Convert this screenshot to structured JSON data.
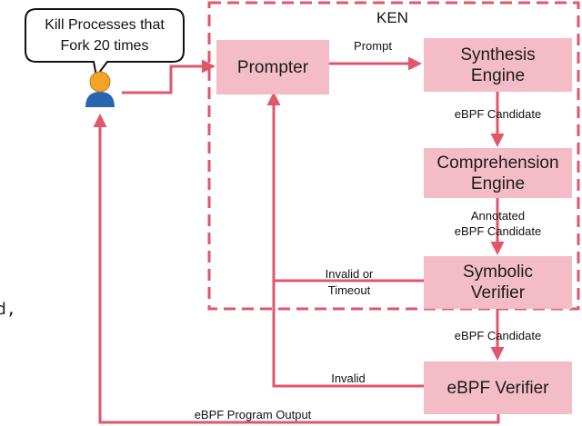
{
  "container": {
    "title": "KEN"
  },
  "user": {
    "request_line1": "Kill Processes that",
    "request_line2": "Fork 20 times"
  },
  "boxes": {
    "prompter": "Prompter",
    "synthesis_line1": "Synthesis",
    "synthesis_line2": "Engine",
    "comprehension_line1": "Comprehension",
    "comprehension_line2": "Engine",
    "symbolic_line1": "Symbolic",
    "symbolic_line2": "Verifier",
    "ebpf_verifier": "eBPF Verifier"
  },
  "edges": {
    "prompt": "Prompt",
    "ebpf_candidate_1": "eBPF Candidate",
    "annotated_line1": "Annotated",
    "annotated_line2": "eBPF Candidate",
    "invalid_or_line1": "Invalid or",
    "invalid_or_line2": "Timeout",
    "ebpf_candidate_2": "eBPF Candidate",
    "invalid": "Invalid",
    "program_output": "eBPF Program Output"
  },
  "left_edge_fragment": "d,",
  "colors": {
    "accent": "#e0566b",
    "box_fill": "#f4bcc6",
    "user_head": "#f2a428",
    "user_body": "#2a66b0"
  }
}
